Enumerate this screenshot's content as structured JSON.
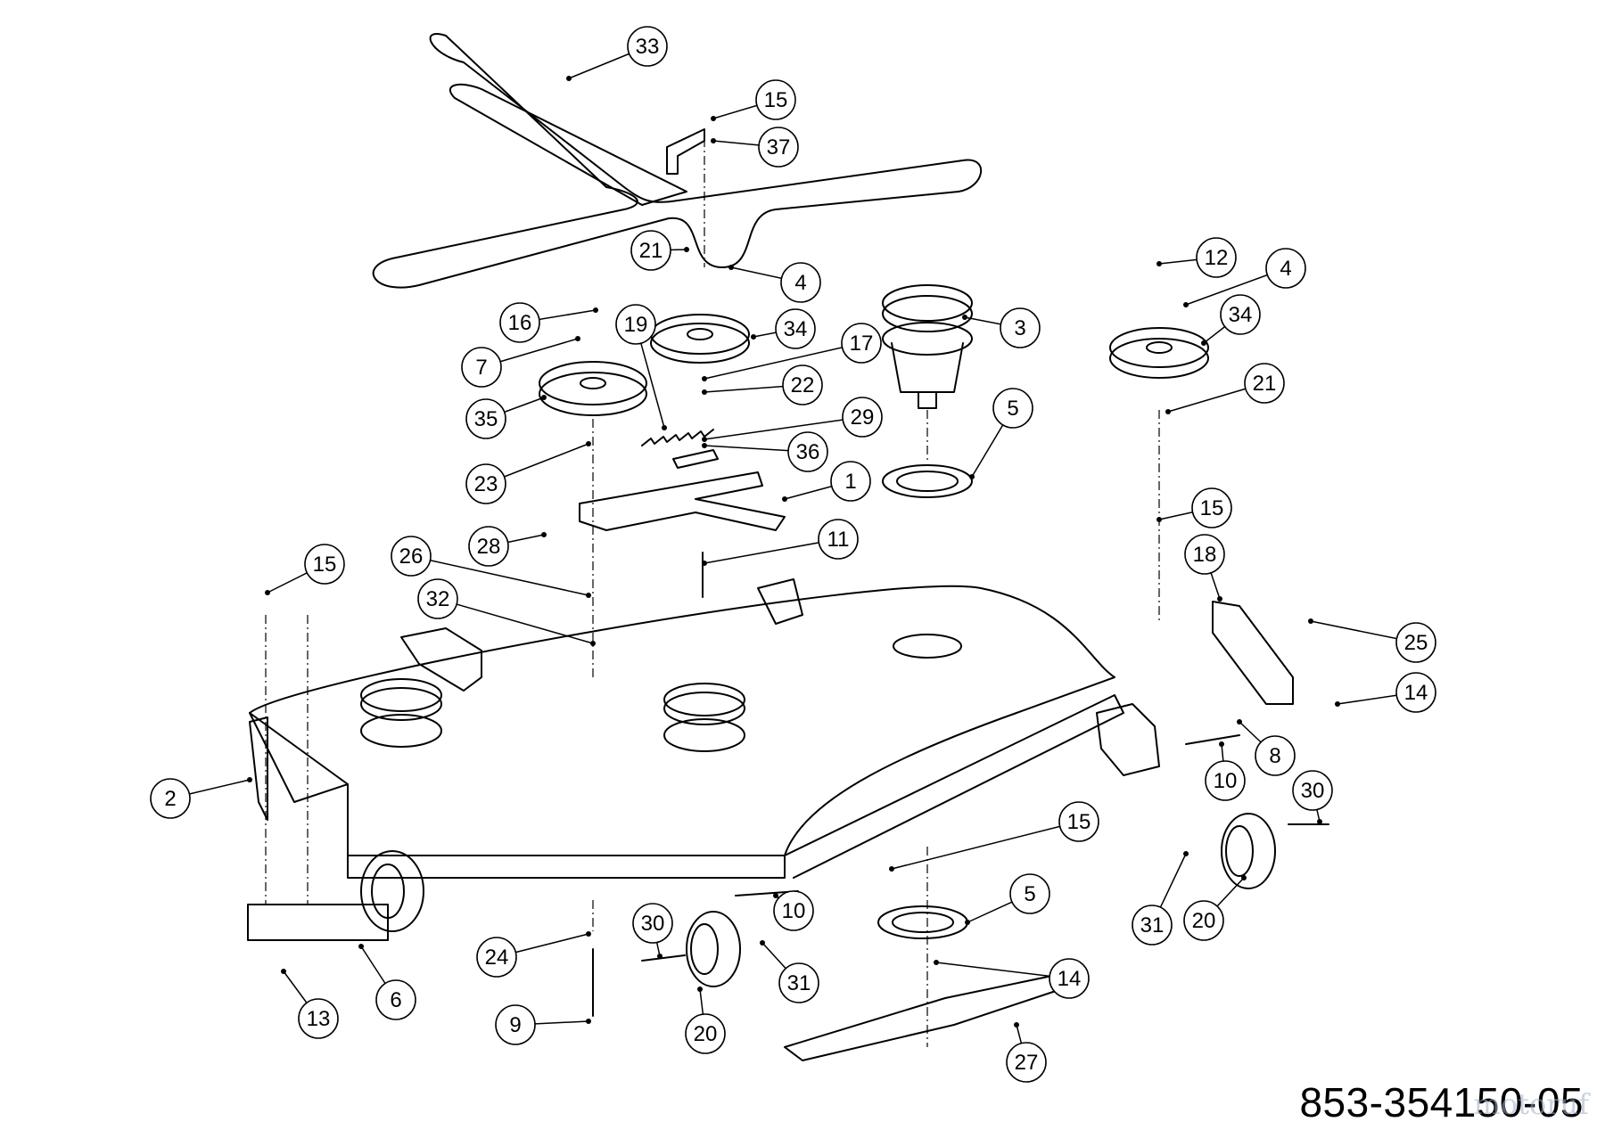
{
  "diagram": {
    "part_number": "853-354150-05",
    "watermark": "motoruf"
  },
  "callouts": [
    {
      "id": "c33a",
      "label": "33"
    },
    {
      "id": "c15a",
      "label": "15"
    },
    {
      "id": "c37",
      "label": "37"
    },
    {
      "id": "c21a",
      "label": "21"
    },
    {
      "id": "c4a",
      "label": "4"
    },
    {
      "id": "c12",
      "label": "12"
    },
    {
      "id": "c4b",
      "label": "4"
    },
    {
      "id": "c34a",
      "label": "34"
    },
    {
      "id": "c3",
      "label": "3"
    },
    {
      "id": "c16",
      "label": "16"
    },
    {
      "id": "c19",
      "label": "19"
    },
    {
      "id": "c34b",
      "label": "34"
    },
    {
      "id": "c17",
      "label": "17"
    },
    {
      "id": "c7",
      "label": "7"
    },
    {
      "id": "c22",
      "label": "22"
    },
    {
      "id": "c21b",
      "label": "21"
    },
    {
      "id": "c35",
      "label": "35"
    },
    {
      "id": "c29",
      "label": "29"
    },
    {
      "id": "c5a",
      "label": "5"
    },
    {
      "id": "c36",
      "label": "36"
    },
    {
      "id": "c23",
      "label": "23"
    },
    {
      "id": "c1",
      "label": "1"
    },
    {
      "id": "c15b",
      "label": "15"
    },
    {
      "id": "c11",
      "label": "11"
    },
    {
      "id": "c28",
      "label": "28"
    },
    {
      "id": "c26",
      "label": "26"
    },
    {
      "id": "c18",
      "label": "18"
    },
    {
      "id": "c15c",
      "label": "15"
    },
    {
      "id": "c32",
      "label": "32"
    },
    {
      "id": "c25",
      "label": "25"
    },
    {
      "id": "c14a",
      "label": "14"
    },
    {
      "id": "c8",
      "label": "8"
    },
    {
      "id": "c10a",
      "label": "10"
    },
    {
      "id": "c2",
      "label": "2"
    },
    {
      "id": "c30a",
      "label": "30"
    },
    {
      "id": "c15d",
      "label": "15"
    },
    {
      "id": "c5b",
      "label": "5"
    },
    {
      "id": "c10b",
      "label": "10"
    },
    {
      "id": "c30b",
      "label": "30"
    },
    {
      "id": "c31a",
      "label": "31"
    },
    {
      "id": "c20a",
      "label": "20"
    },
    {
      "id": "c24",
      "label": "24"
    },
    {
      "id": "c31b",
      "label": "31"
    },
    {
      "id": "c14b",
      "label": "14"
    },
    {
      "id": "c6",
      "label": "6"
    },
    {
      "id": "c13",
      "label": "13"
    },
    {
      "id": "c9",
      "label": "9"
    },
    {
      "id": "c20b",
      "label": "20"
    },
    {
      "id": "c27",
      "label": "27"
    }
  ]
}
